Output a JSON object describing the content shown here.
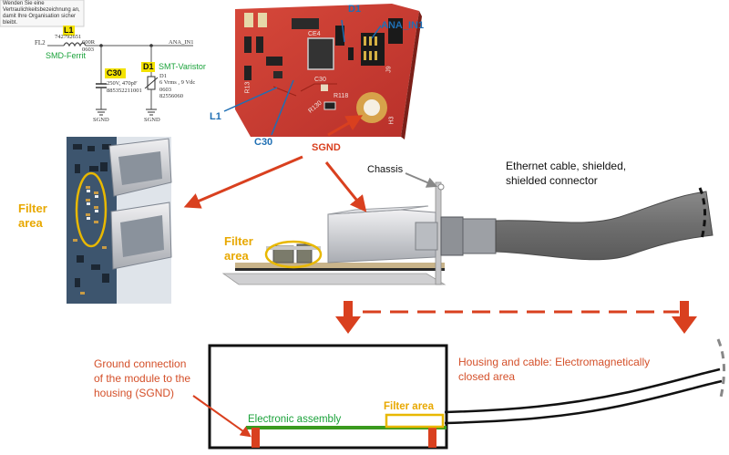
{
  "tooltip": {
    "line1": "Wenden Sie eine",
    "line2": "Vertraulichkeitsbezeichnung an,",
    "line3": "damit Ihre Organisation sicher",
    "line4": "bleibt."
  },
  "schematic": {
    "fl2": "FL2",
    "l1_tag": "L1",
    "ferrite_part": "742792651",
    "ferrite_spec_1": "600R",
    "ferrite_spec_2": "0603",
    "ferrite_label": "SMD-Ferrit",
    "net_ana": "ANA_IN1",
    "c30_tag": "C30",
    "c30_spec_1": "250V, 470pF",
    "c30_spec_2": "885352211001",
    "d1_tag": "D1",
    "varistor_label": "SMT-Varistor",
    "d1_ref": "D1",
    "d1_spec_1": "6 Vrms , 9 Vdc",
    "d1_spec_2": "0603",
    "d1_spec_3": "82556060",
    "gnd1": "SGND",
    "gnd2": "SGND"
  },
  "pcb": {
    "d1": "D1",
    "ana_in1": "ANA_IN1",
    "l1": "L1",
    "c30": "C30",
    "silk_ce4": "CE4",
    "silk_r13": "R13",
    "silk_c30": "C30",
    "silk_r118": "R118",
    "silk_r130": "R130",
    "silk_j9": "J9",
    "silk_h3": "H3"
  },
  "callouts": {
    "sgnd": "SGND",
    "chassis": "Chassis",
    "ethernet_1": "Ethernet cable, shielded,",
    "ethernet_2": "shielded connector",
    "filter_area_1": "Filter",
    "filter_area_2": "area",
    "filter_area_b1": "Filter",
    "filter_area_b2": "area"
  },
  "bottom": {
    "ground_1": "Ground connection",
    "ground_2": "of the module to the",
    "ground_3": "housing (SGND)",
    "housing_1": "Housing and cable: Electromagnetically",
    "housing_2": "closed area",
    "electronic": "Electronic assembly",
    "filter_area": "Filter area"
  },
  "colors": {
    "red_arrow": "#d9401f",
    "blue_label": "#1f6fb4",
    "orange_label": "#e8a800",
    "green_assembly": "#3a9a1e",
    "pcb_red": "#c8382a"
  }
}
